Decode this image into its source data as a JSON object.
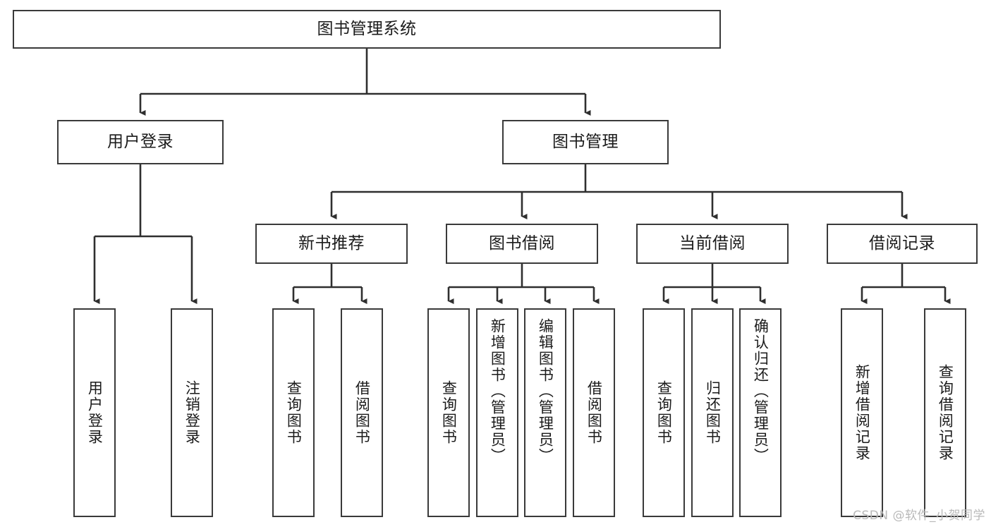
{
  "diagram": {
    "title": "图书管理系统",
    "type": "tree",
    "background_color": "#ffffff",
    "border_color": "#3a3a3a",
    "text_color": "#1b1b1b",
    "root": {
      "id": "root",
      "label": "图书管理系统"
    },
    "level2": [
      {
        "id": "user-login",
        "label": "用户登录"
      },
      {
        "id": "book-manage",
        "label": "图书管理"
      }
    ],
    "level3": [
      {
        "id": "new-book-rec",
        "label": "新书推荐",
        "parent": "book-manage"
      },
      {
        "id": "book-borrow",
        "label": "图书借阅",
        "parent": "book-manage"
      },
      {
        "id": "current-borrow",
        "label": "当前借阅",
        "parent": "book-manage"
      },
      {
        "id": "borrow-record",
        "label": "借阅记录",
        "parent": "book-manage"
      }
    ],
    "leaves": [
      {
        "id": "leaf-user-login",
        "label": "用户登录",
        "parent": "user-login"
      },
      {
        "id": "leaf-user-logout",
        "label": "注销登录",
        "parent": "user-login"
      },
      {
        "id": "leaf-query-book-1",
        "label": "查询图书",
        "parent": "new-book-rec"
      },
      {
        "id": "leaf-borrow-book-1",
        "label": "借阅图书",
        "parent": "new-book-rec"
      },
      {
        "id": "leaf-query-book-2",
        "label": "查询图书",
        "parent": "book-borrow"
      },
      {
        "id": "leaf-add-book",
        "label": "新增图书（管理员）",
        "parent": "book-borrow"
      },
      {
        "id": "leaf-edit-book",
        "label": "编辑图书（管理员）",
        "parent": "book-borrow"
      },
      {
        "id": "leaf-borrow-book-2",
        "label": "借阅图书",
        "parent": "book-borrow"
      },
      {
        "id": "leaf-query-book-3",
        "label": "查询图书",
        "parent": "current-borrow"
      },
      {
        "id": "leaf-return-book",
        "label": "归还图书",
        "parent": "current-borrow"
      },
      {
        "id": "leaf-confirm-return",
        "label": "确认归还（管理员）",
        "parent": "current-borrow"
      },
      {
        "id": "leaf-add-record",
        "label": "新增借阅记录",
        "parent": "borrow-record"
      },
      {
        "id": "leaf-query-record",
        "label": "查询借阅记录",
        "parent": "borrow-record"
      }
    ]
  },
  "watermark": {
    "text": "CSDN @软件_小贺同学"
  }
}
